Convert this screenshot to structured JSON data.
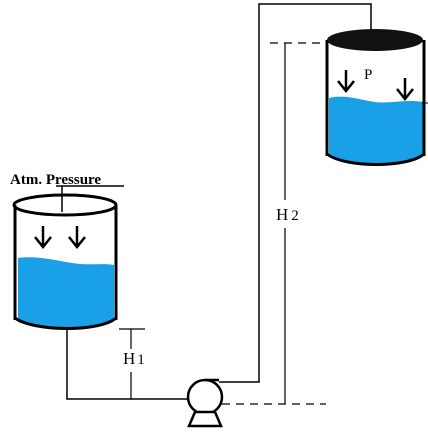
{
  "labels": {
    "atm_pressure": "Atm. Pressure",
    "pressure": "P",
    "h1": {
      "letter": "H",
      "sub": "1"
    },
    "h2": {
      "letter": "H",
      "sub": "2"
    }
  },
  "colors": {
    "water": "#1aa0e6",
    "line": "#000000",
    "lid": "#111111",
    "background": "#ffffff"
  },
  "components": {
    "open_tank": "open-tank",
    "closed_tank": "pressurized-tank",
    "pump": "pump",
    "pipe": "pipe"
  }
}
